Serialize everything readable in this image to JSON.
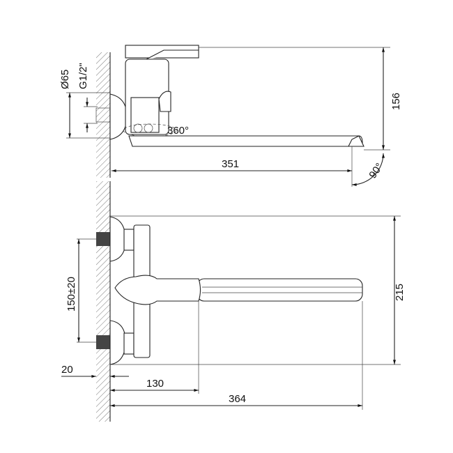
{
  "drawing": {
    "top_view": {
      "diameter_label": "Ø65",
      "thread_label": "G1/2\"",
      "rotation_label": "360°",
      "spout_length": "351",
      "height": "156",
      "spout_angle": "90°"
    },
    "front_view": {
      "center_distance": "150±20",
      "height": "215",
      "wall_offset": "20",
      "body_depth": "130",
      "total_length": "364"
    },
    "colors": {
      "line": "#222222",
      "background": "#ffffff"
    }
  }
}
